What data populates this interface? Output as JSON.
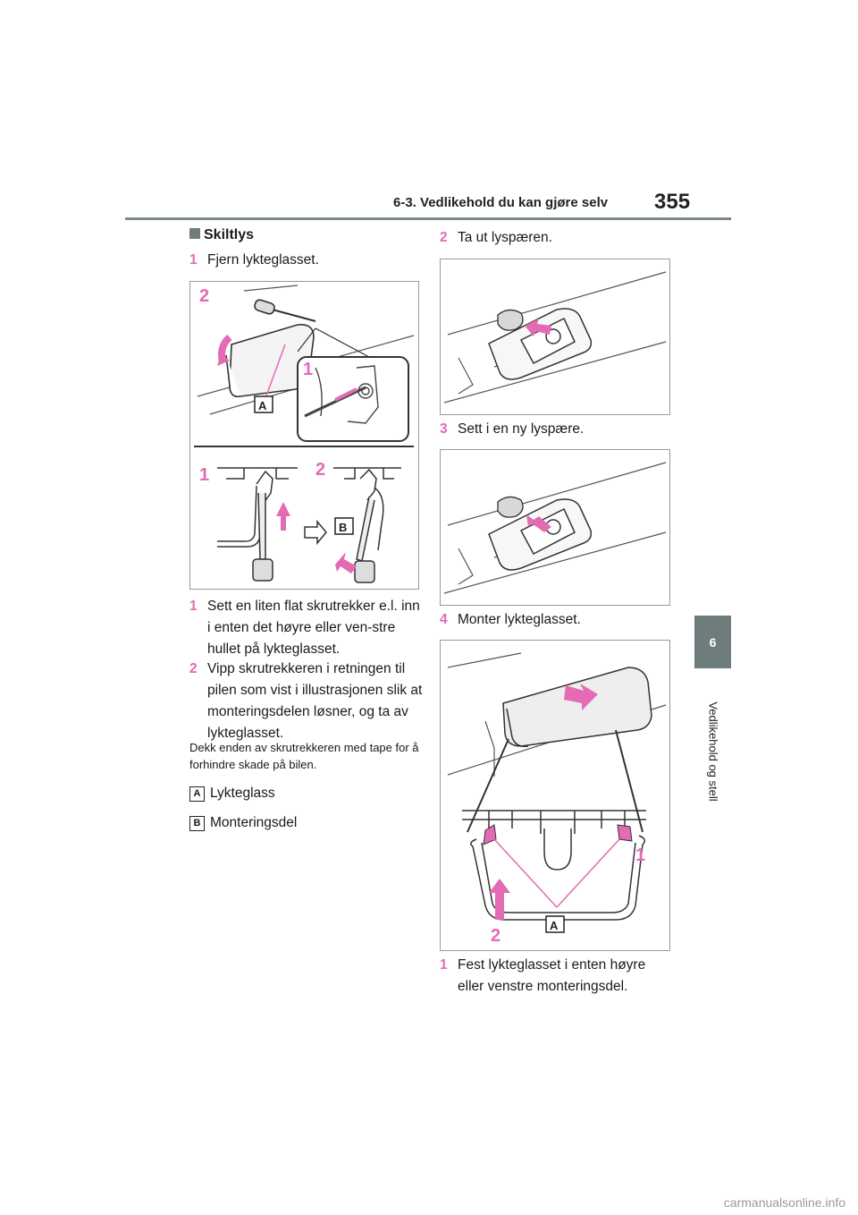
{
  "header": {
    "section": "6-3. Vedlikehold du kan gjøre selv",
    "page_number": "355"
  },
  "chapter": {
    "number": "6",
    "title": "Vedlikehold og stell"
  },
  "heading": "Skiltlys",
  "steps": {
    "s1": {
      "num": "1",
      "text": "Fjern lykteglasset."
    },
    "s1_1": {
      "num": "1",
      "text": "Sett en liten flat skrutrekker e.l. inn i enten det høyre eller ven-stre hullet på lykteglasset."
    },
    "s1_2": {
      "num": "2",
      "text": "Vipp skrutrekkeren i retningen til pilen som vist i illustrasjonen slik at monteringsdelen løsner, og ta av lykteglasset."
    },
    "s2": {
      "num": "2",
      "text": "Ta ut lyspæren."
    },
    "s3": {
      "num": "3",
      "text": "Sett i en ny lyspære."
    },
    "s4": {
      "num": "4",
      "text": "Monter lykteglasset."
    },
    "s4_1": {
      "num": "1",
      "text": "Fest lykteglasset i enten høyre eller venstre monteringsdel."
    }
  },
  "note": "Dekk enden av skrutrekkeren med tape for å forhindre skade på bilen.",
  "legend": [
    {
      "badge": "A",
      "label": "Lykteglass"
    },
    {
      "badge": "B",
      "label": "Monteringsdel"
    }
  ],
  "figure_labels": {
    "fig1": {
      "top_2": "2",
      "callout_1": "1",
      "A": "A",
      "bottom_1": "1",
      "bottom_2": "2",
      "B": "B"
    },
    "fig4": {
      "right_1": "1",
      "bottom_2": "2",
      "A": "A"
    }
  },
  "colors": {
    "accent_pink": "#e46ab4",
    "tab_gray": "#6e7d7c"
  },
  "watermark": "carmanualsonline.info"
}
